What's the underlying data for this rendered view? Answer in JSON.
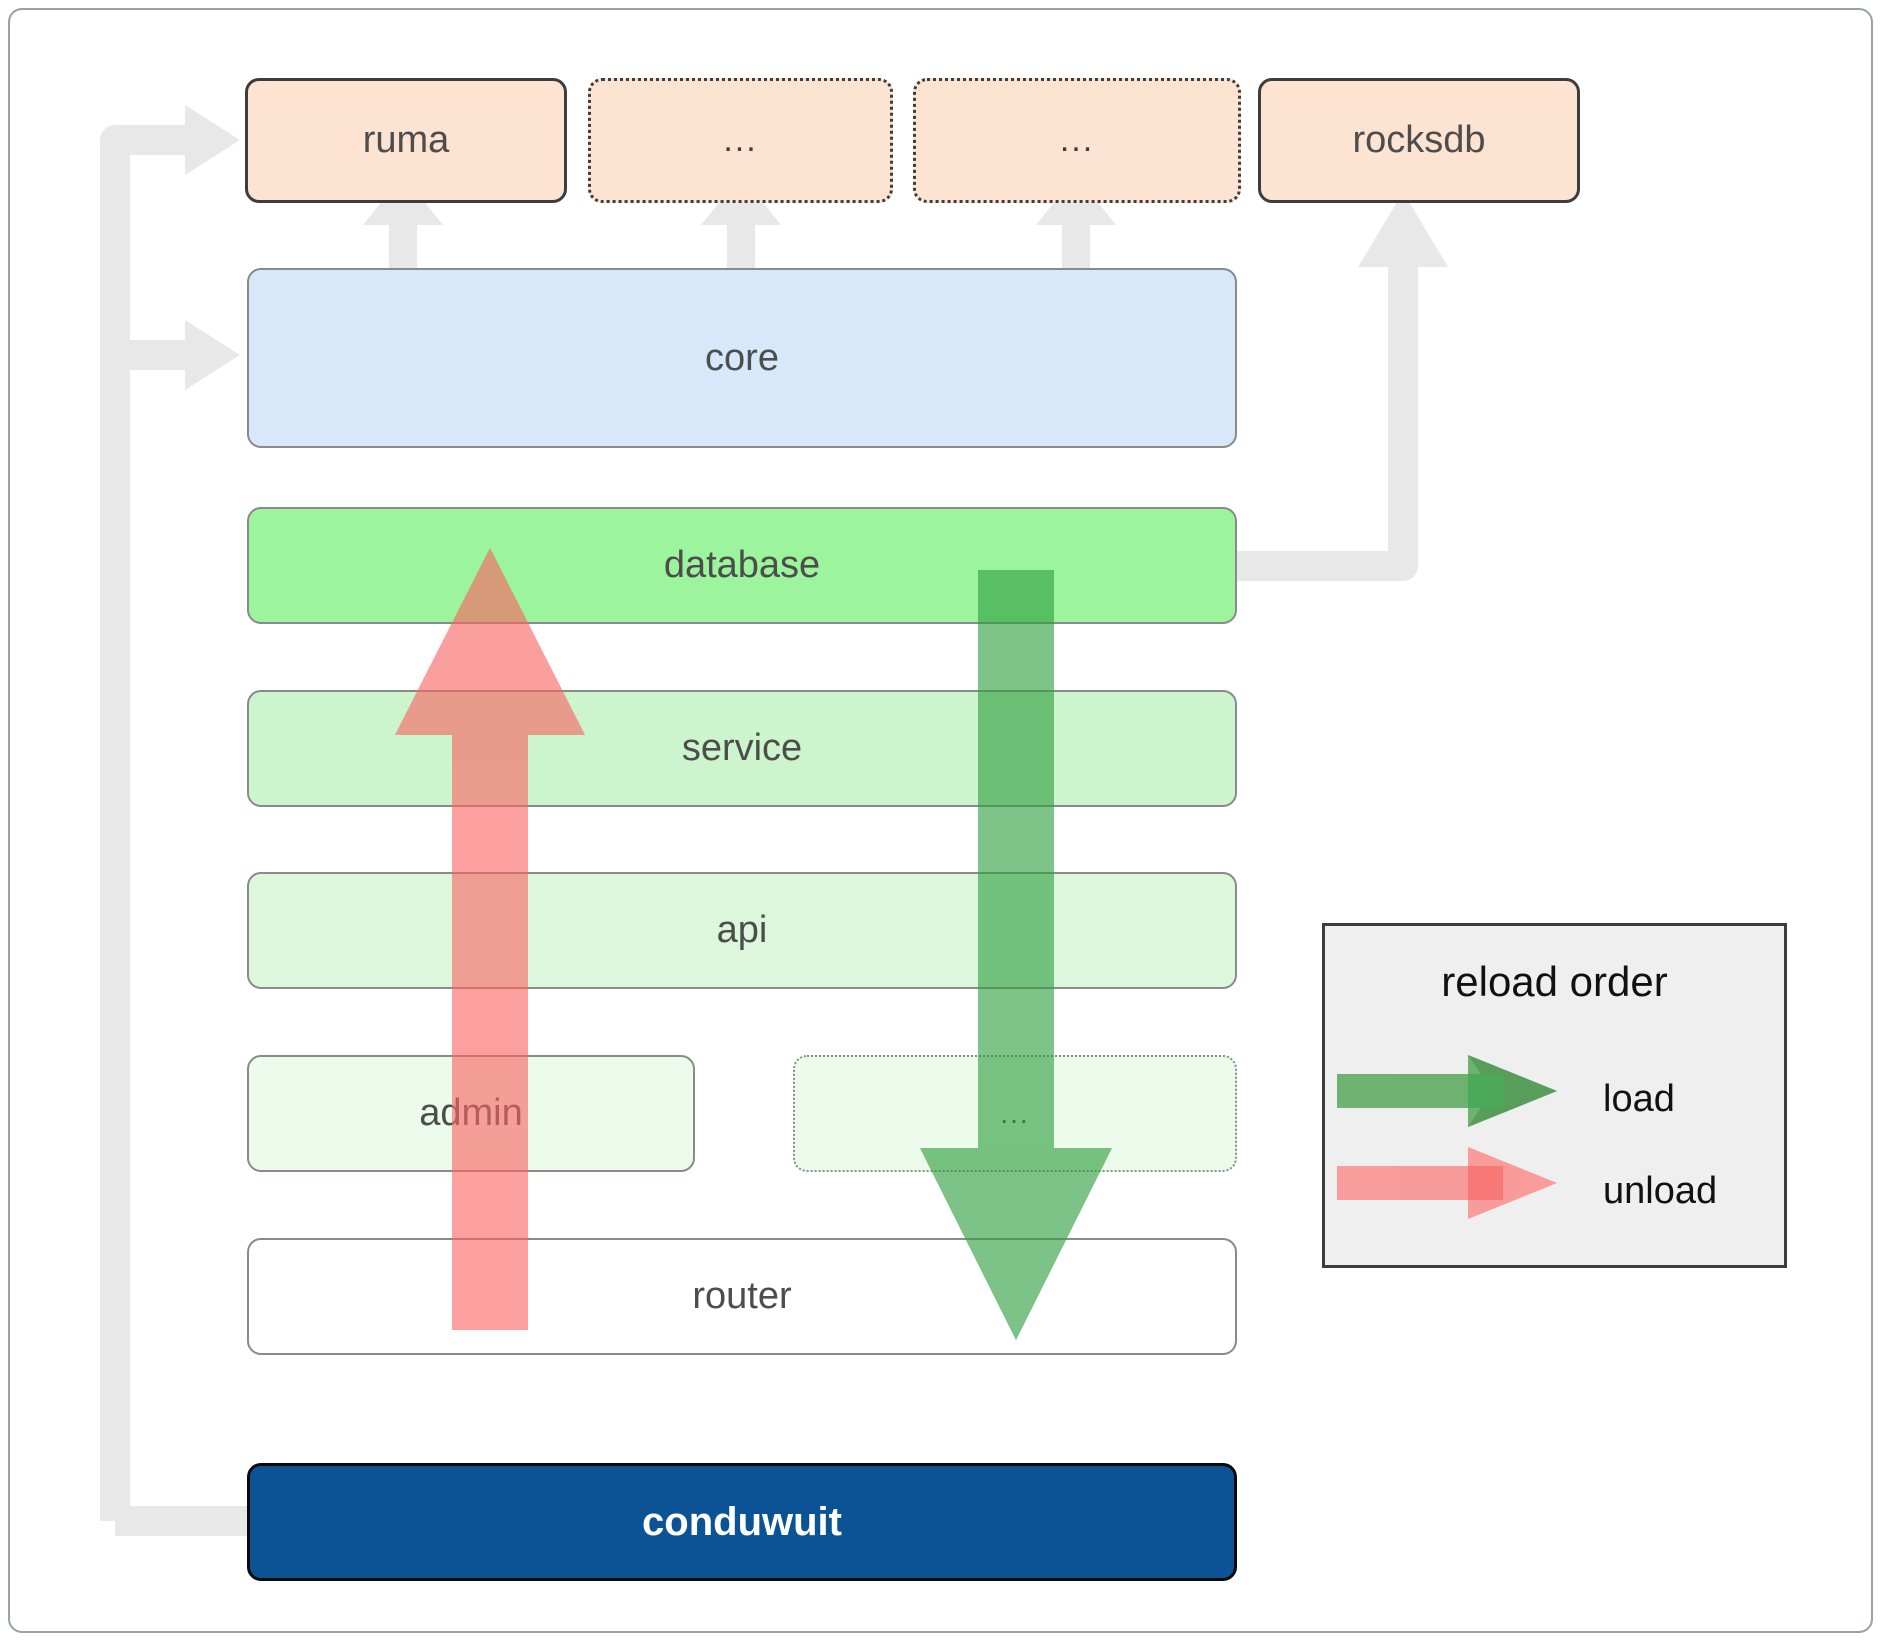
{
  "diagram": {
    "title": "conduwuit crate layering / reload order",
    "type": "layered-architecture-diagram",
    "colors": {
      "dependency_fill": "#fce3d2",
      "dependency_stroke": "#3d3d3d",
      "core_fill": "#d7e8fb",
      "database_fill": "#9cf49c",
      "service_fill": "#cdf5cd",
      "api_fill": "#ddf7dd",
      "admin_fill": "#ecfbec",
      "router_fill": "#ffffff",
      "app_fill": "#0b5394",
      "app_text": "#ffffff",
      "load_arrow": "#57a85a",
      "unload_arrow": "#f98d8d",
      "connector_gray": "#e8e8e8",
      "legend_fill": "#efefef",
      "border_gray": "#8a8a8a"
    }
  },
  "dependencies": [
    {
      "label": "ruma",
      "style": "solid"
    },
    {
      "label": "...",
      "style": "dotted"
    },
    {
      "label": "...",
      "style": "dotted"
    },
    {
      "label": "rocksdb",
      "style": "solid"
    }
  ],
  "layers": {
    "core": {
      "label": "core"
    },
    "database": {
      "label": "database"
    },
    "service": {
      "label": "service"
    },
    "api": {
      "label": "api"
    },
    "admin": {
      "label": "admin"
    },
    "admin_more": {
      "label": "...",
      "style": "dotted"
    },
    "router": {
      "label": "router"
    }
  },
  "application": {
    "label": "conduwuit"
  },
  "legend": {
    "title": "reload order",
    "items": [
      {
        "label": "load",
        "color": "#57a85a",
        "direction": "down"
      },
      {
        "label": "unload",
        "color": "#f98d8d",
        "direction": "up"
      }
    ]
  }
}
